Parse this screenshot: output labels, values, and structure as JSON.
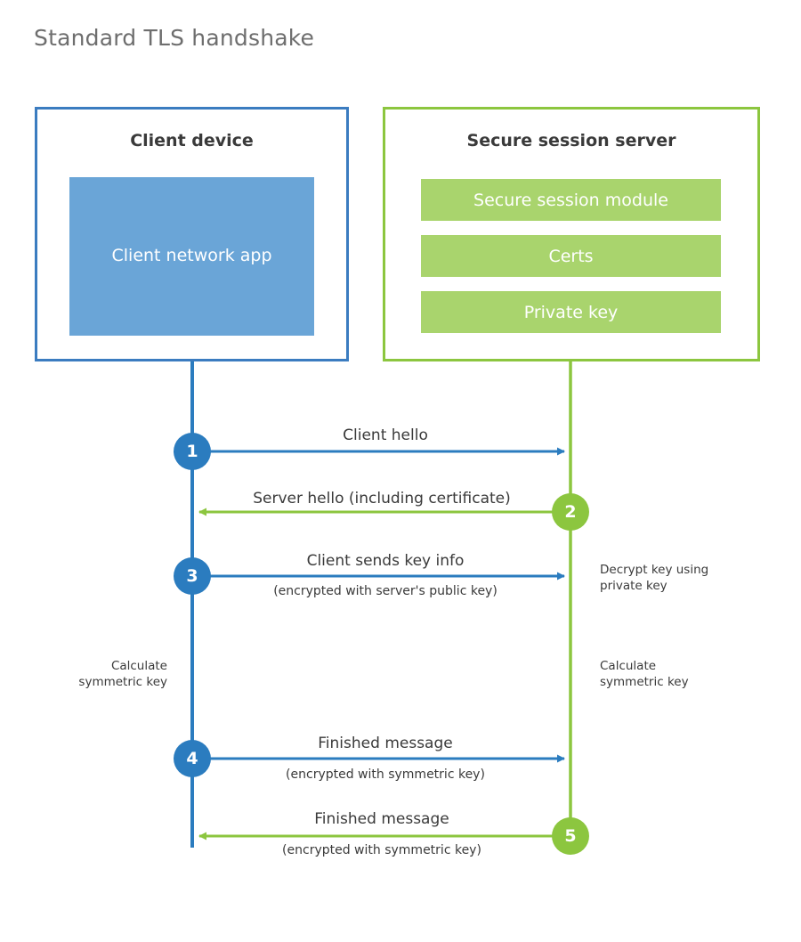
{
  "title": "Standard TLS handshake",
  "colors": {
    "client_border": "#3b7cc0",
    "client_fill": "#6aa5d7",
    "client_line": "#2b7cbf",
    "server_border": "#8cc63f",
    "server_fill": "#a9d46d",
    "server_line": "#8cc63f",
    "title_text": "#6e6e6e",
    "body_text": "#3a3a3a",
    "background": "#ffffff"
  },
  "client_panel": {
    "title": "Client device",
    "app_label": "Client network app"
  },
  "server_panel": {
    "title": "Secure session server",
    "bars": [
      {
        "label": "Secure session module"
      },
      {
        "label": "Certs"
      },
      {
        "label": "Private key"
      }
    ]
  },
  "steps": [
    {
      "number": "1",
      "side": "client",
      "direction": "to-server",
      "main_label": "Client hello",
      "sub_label": ""
    },
    {
      "number": "2",
      "side": "server",
      "direction": "to-client",
      "main_label": "Server hello (including certificate)",
      "sub_label": ""
    },
    {
      "number": "3",
      "side": "client",
      "direction": "to-server",
      "main_label": "Client sends key info",
      "sub_label": "(encrypted with server's public key)"
    },
    {
      "number": "4",
      "side": "client",
      "direction": "to-server",
      "main_label": "Finished message",
      "sub_label": "(encrypted with symmetric key)"
    },
    {
      "number": "5",
      "side": "server",
      "direction": "to-client",
      "main_label": "Finished message",
      "sub_label": "(encrypted with symmetric key)"
    }
  ],
  "notes": {
    "decrypt_key": "Decrypt key using\nprivate key",
    "calc_key_client": "Calculate\nsymmetric key",
    "calc_key_server": "Calculate\nsymmetric key"
  }
}
